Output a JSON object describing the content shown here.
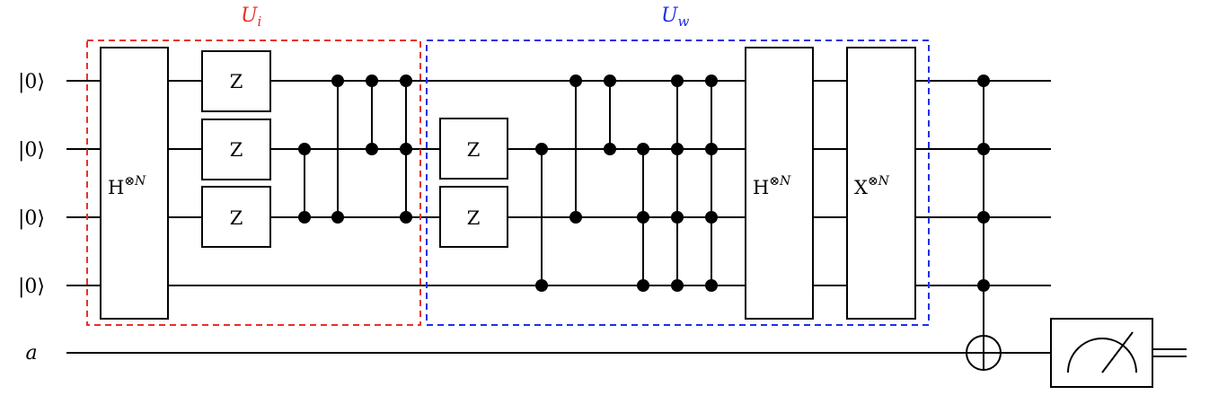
{
  "qubits": [
    "|0⟩",
    "|0⟩",
    "|0⟩",
    "|0⟩"
  ],
  "ancilla": "a",
  "groups": {
    "ui": {
      "label_main": "U",
      "label_sub": "i",
      "color": "#e8302a"
    },
    "uw": {
      "label_main": "U",
      "label_sub": "w",
      "color": "#1f2fe6"
    }
  },
  "gates": {
    "hadamard_base": "H",
    "hadamard_sup": "⊗N",
    "z": "Z",
    "x_base": "X",
    "x_sup": "⊗N"
  }
}
